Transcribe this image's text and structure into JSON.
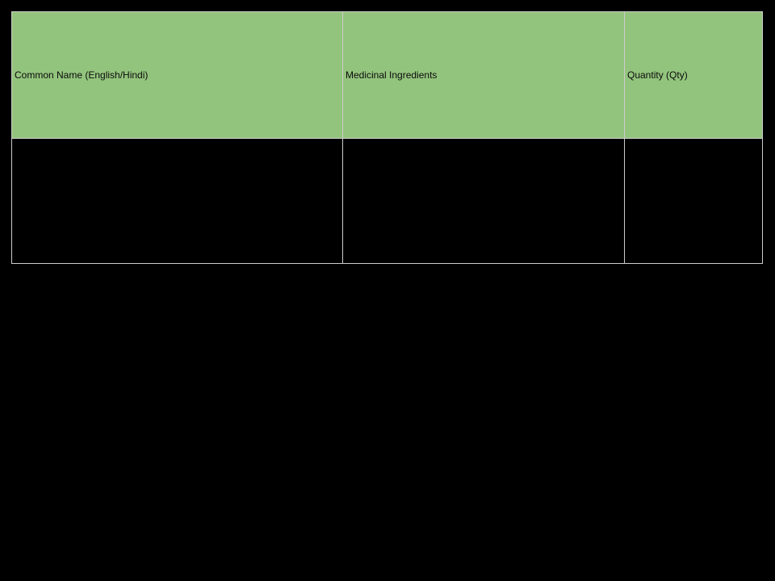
{
  "document": {
    "background_color": "#000000"
  },
  "table": {
    "header_background_color": "#93c47d",
    "border_color": "#cccccc",
    "header_text_color": "#0b0b0b",
    "columns": [
      {
        "label": "Common Name (English/Hindi)"
      },
      {
        "label": "Medicinal Ingredients"
      },
      {
        "label": "Quantity (Qty)"
      }
    ],
    "rows": [
      {
        "cells": [
          "",
          "",
          ""
        ]
      }
    ]
  }
}
